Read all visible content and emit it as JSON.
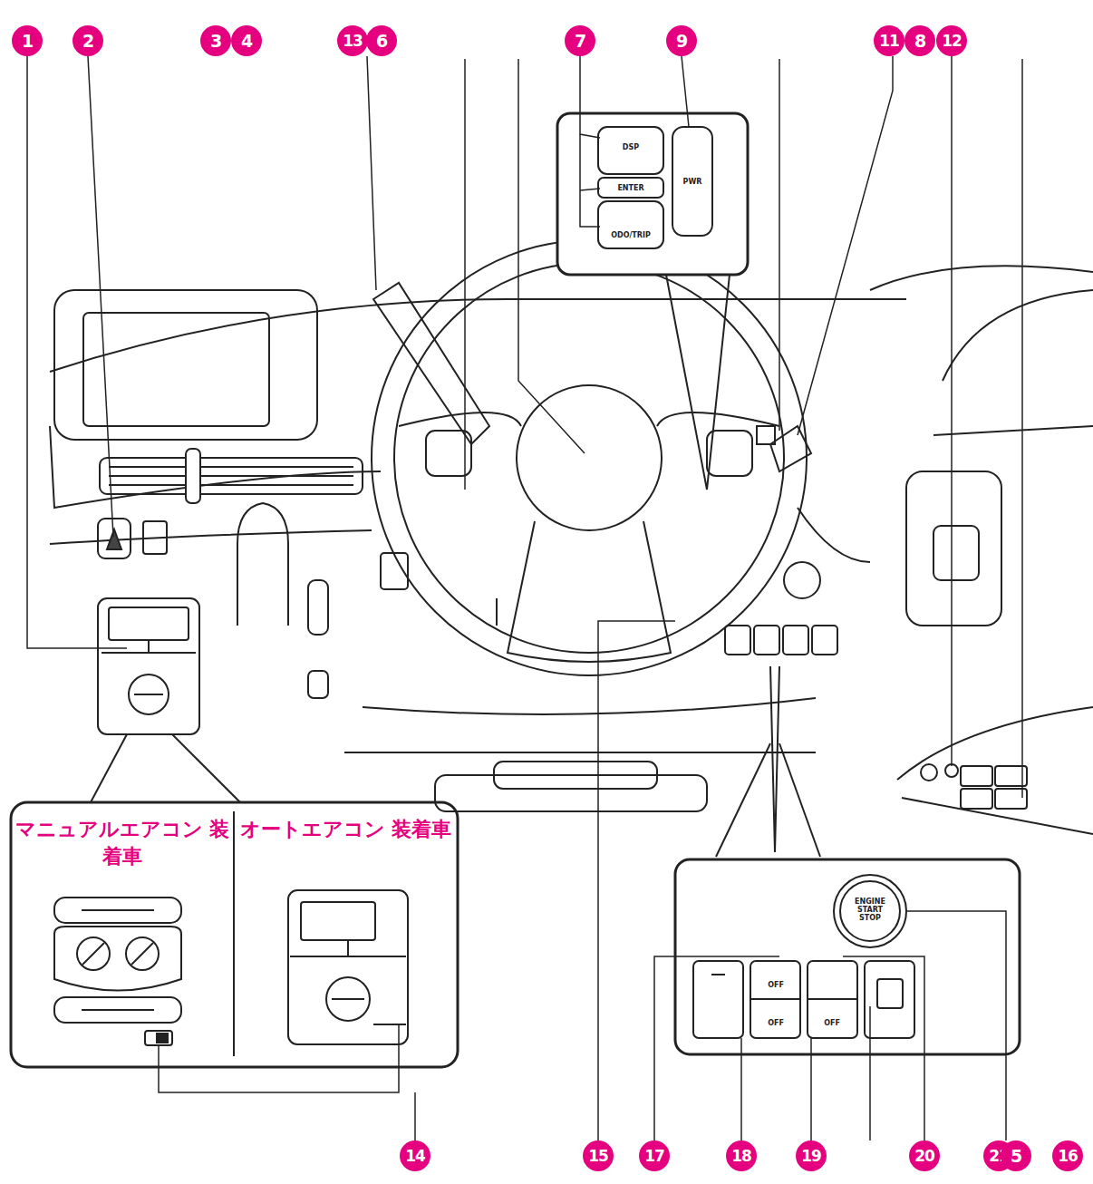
{
  "diagram": {
    "nodes": [
      {
        "text": [
          "マニュアルエアコン 装着車"
        ]
      },
      {
        "text": [
          "オートエアコン 装着車"
        ]
      }
    ],
    "labels": [
      "1",
      "2",
      "3",
      "4",
      "13",
      "6",
      "7",
      "9",
      "11",
      "8",
      "12",
      "14",
      "15",
      "17",
      "18",
      "19",
      "20",
      "21",
      "5",
      "16",
      "DSP",
      "ENTER",
      "ODO/TRIP",
      "PWR",
      "ENGINE START STOP",
      "OFF",
      "OFF",
      "OFF"
    ]
  }
}
